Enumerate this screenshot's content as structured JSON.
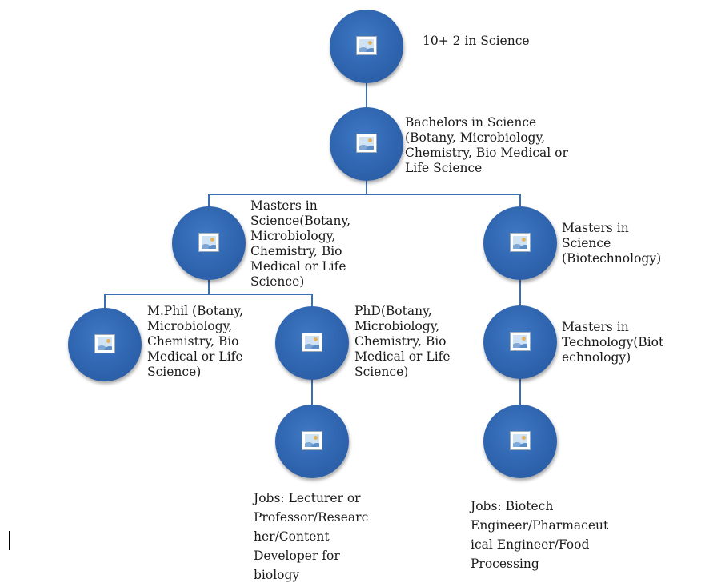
{
  "nodes": {
    "n1": "10+ 2 in Science",
    "n2": "Bachelors in Science\n(Botany, Microbiology,\nChemistry, Bio Medical or\nLife Science",
    "n3": "Masters in\nScience(Botany,\nMicrobiology,\nChemistry, Bio\nMedical or Life\nScience)",
    "n4": "Masters in\nScience\n(Biotechnology)",
    "n5": "M.Phil (Botany,\nMicrobiology,\nChemistry, Bio\nMedical or Life\nScience)",
    "n6": "PhD(Botany,\nMicrobiology,\nChemistry, Bio\nMedical or Life\nScience)",
    "n7": "Masters in\nTechnology(Biot\nechnology)"
  },
  "jobs": {
    "j1": "Jobs: Lecturer or\nProfessor/Researc\nher/Content\nDeveloper for\nbiology",
    "j2": "Jobs: Biotech\nEngineer/Pharmaceut\nical Engineer/Food\nProcessing"
  },
  "colors": {
    "node": "#2e63ad",
    "connector": "#3a6fb5"
  }
}
